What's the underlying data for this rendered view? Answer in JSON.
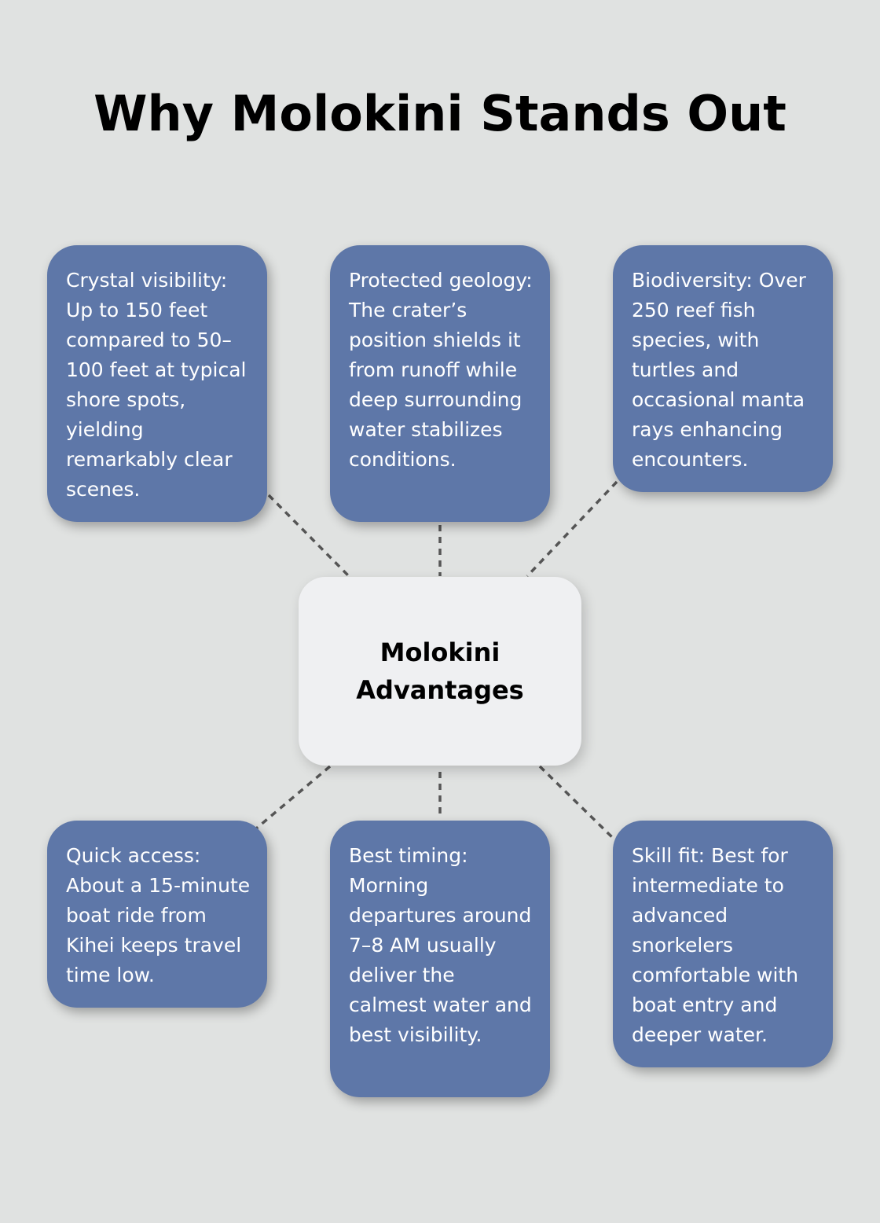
{
  "title": "Why Molokini Stands Out",
  "center": {
    "label": "Molokini Advantages"
  },
  "cards": [
    {
      "text": "Crystal visibility: Up to 150 feet compared to 50–100 feet at typical shore spots, yielding remarkably clear scenes."
    },
    {
      "text": "Protected geology: The crater’s position shields it from runoff while deep surrounding water stabilizes conditions."
    },
    {
      "text": "Biodiversity: Over 250 reef fish species, with turtles and occasional manta rays enhancing encounters."
    },
    {
      "text": "Quick access: About a 15-minute boat ride from Kihei keeps travel time low."
    },
    {
      "text": "Best timing: Morning departures around 7–8 AM usually deliver the calmest water and best visibility."
    },
    {
      "text": "Skill fit: Best for intermediate to advanced snorkelers comfortable with boat entry and deeper water."
    }
  ],
  "colors": {
    "card": "#5e77a8",
    "center": "#eff0f2",
    "background": "#e0e2e1",
    "connector": "#555555"
  }
}
